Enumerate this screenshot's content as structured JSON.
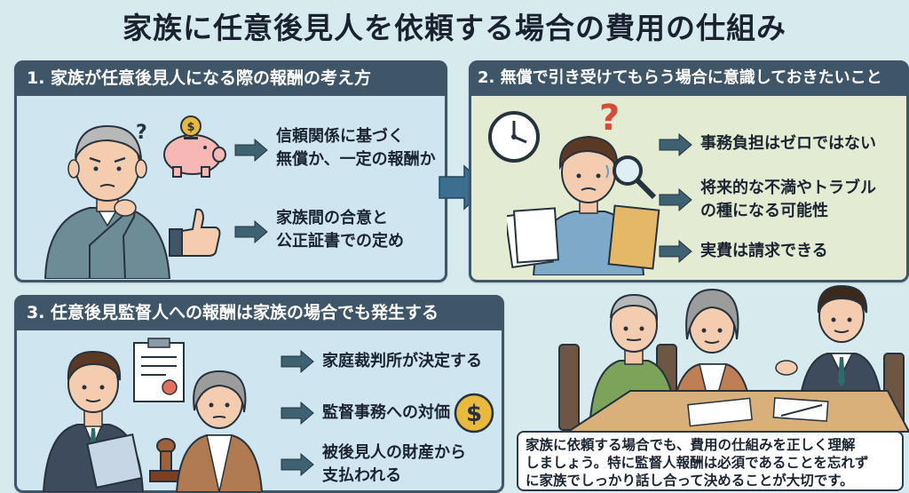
{
  "title": "家族に任意後見人を依頼する場合の費用の仕組み",
  "section1": {
    "heading": "1. 家族が任意後見人になる際の報酬の考え方",
    "item1_line1": "信頼関係に基づく",
    "item1_line2": "無償か、一定の報酬か",
    "item2_line1": "家族間の合意と",
    "item2_line2": "公正証書での定め",
    "coin_symbol": "$"
  },
  "section2": {
    "heading": "2. 無償で引き受けてもらう場合に意識しておきたいこと",
    "item1": "事務負担はゼロではない",
    "item2_line1": "将来的な不満やトラブル",
    "item2_line2": "の種になる可能性",
    "item3": "実費は請求できる",
    "question_mark": "?"
  },
  "section3": {
    "heading": "3. 任意後見監督人への報酬は家族の場合でも発生する",
    "item1": "家庭裁判所が決定する",
    "item2": "監督事務への対価",
    "item3_line1": "被後見人の財産から",
    "item3_line2": "支払われる",
    "coin_symbol": "$"
  },
  "note": {
    "line1": "家族に依頼する場合でも、費用の仕組みを正しく理解",
    "line2": "しましょう。特に監督人報酬は必須であることを忘れず",
    "line3": "に家族でしっかり話し合って決めることが大切です。"
  },
  "colors": {
    "background": "#d7ebee",
    "header": "#3f5669",
    "panel_blue": "#cfe5ef",
    "panel_green": "#e3ebd3",
    "arrow": "#3f6272",
    "coin": "#e9b93c"
  }
}
